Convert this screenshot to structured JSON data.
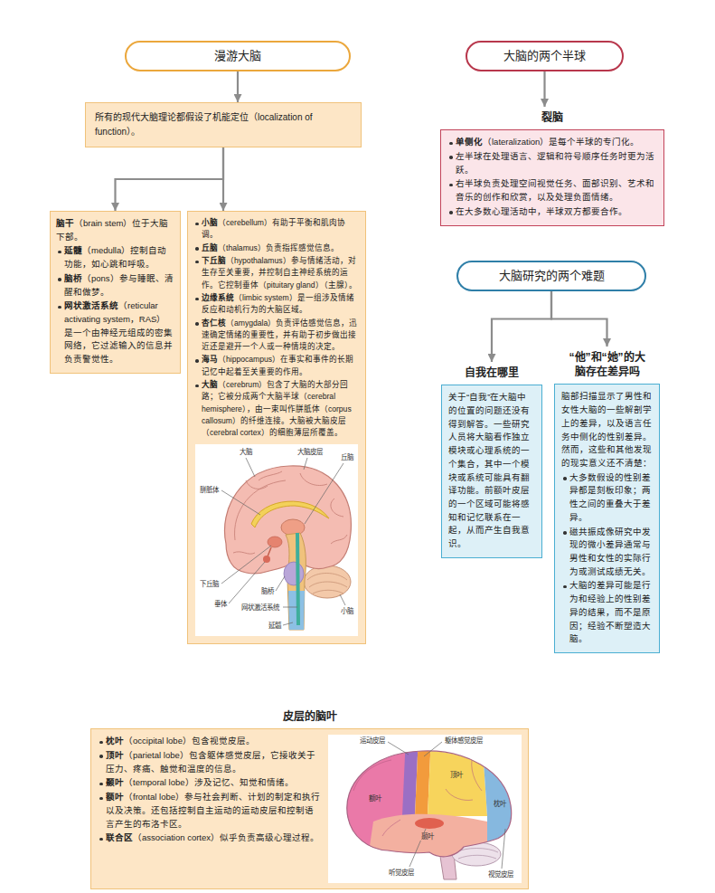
{
  "diagram": {
    "nodes": [
      {
        "text": [
          "漫游大脑"
        ]
      },
      {
        "text": [
          "所有的现代大脑理论都假设了机能定位（localization of function）。"
        ]
      },
      {
        "text": [
          "脑干（brain stem）位于大脑下部。",
          "延髓（medulla）控制自动功能，如心跳和呼吸。",
          "脑桥（pons）参与睡眠、清醒和做梦。",
          "网状激活系统（reticular activating system，RAS）是一个由神经元组成的密集网络，它过滤输入的信息并负责警觉性。"
        ]
      },
      {
        "text": [
          "小脑（cerebellum）有助于平衡和肌肉协调。",
          "丘脑（thalamus）负责指挥感觉信息。",
          "下丘脑（hypothalamus）参与情绪活动，对生存至关重要，并控制自主神经系统的运作。它控制垂体（pituitary gland）（主腺）。",
          "边缘系统（limbic system）是一组涉及情绪反应和动机行为的大脑区域。",
          "杏仁核（amygdala）负责评估感觉信息，迅速确定情绪的重要性，并有助于初步做出接近还是避开一个人或一种情境的决定。",
          "海马（hippocampus）在事实和事件的长期记忆中起着至关重要的作用。",
          "大脑（cerebrum）包含了大脑的大部分回路；它被分成两个大脑半球（cerebral hemisphere），由一束叫作胼胝体（corpus callosum）的纤维连接。大脑被大脑皮层（cerebral cortex）的细胞薄层所覆盖。"
        ]
      },
      {
        "text": [
          "皮层的脑叶",
          "枕叶（occipital lobe）包含视觉皮层。",
          "顶叶（parietal lobe）包含躯体感觉皮层，它接收关于压力、疼痛、触觉和温度的信息。",
          "颞叶（temporal lobe）涉及记忆、知觉和情绪。",
          "额叶（frontal lobe）参与社会判断、计划的制定和执行以及决策。还包括控制自主运动的运动皮层和控制语言产生的布洛卡区。",
          "联合区（association cortex）似乎负责高级心理过程。"
        ]
      },
      {
        "text": [
          "大脑的两个半球"
        ]
      },
      {
        "text": [
          "裂脑",
          "单侧化（lateralization）是每个半球的专门化。",
          "左半球在处理语言、逻辑和符号顺序任务时更为活跃。",
          "右半球负责处理空间视觉任务、面部识别、艺术和音乐的创作和欣赏，以及处理负面情绪。",
          "在大多数心理活动中，半球双方都要合作。"
        ]
      },
      {
        "text": [
          "大脑研究的两个难题"
        ]
      },
      {
        "text": [
          "自我在哪里",
          "关于“自我”在大脑中的位置的问题还没有得到解答。一些研究人员将大脑看作独立模块或心理系统的一个集合，其中一个模块或系统可能具有翻译功能。前额叶皮层的一个区域可能将感知和记忆联系在一起，从而产生自我意识。"
        ]
      },
      {
        "text": [
          "“他”和“她”的大脑存在差异吗",
          "脑部扫描显示了男性和女性大脑的一些解剖学上的差异，以及语言任务中侧化的性别差异。然而，这些和其他发现的现实意义还不清楚：",
          "大多数假设的性别差异都是刻板印象；两性之间的重叠大于差异。",
          "磁共振成像研究中发现的微小差异通常与男性和女性的实际行为或测试成绩无关。",
          "大脑的差异可能是行为和经验上的性别差异的结果，而不是原因；经验不断塑造大脑。"
        ]
      }
    ],
    "edges": [
      {
        "from": 0,
        "to": 1,
        "arrow": "to"
      },
      {
        "from": 1,
        "to": 2,
        "arrow": "to"
      },
      {
        "from": 1,
        "to": 3,
        "arrow": "to"
      },
      {
        "from": 5,
        "to": 6,
        "arrow": "to"
      },
      {
        "from": 7,
        "to": 8,
        "arrow": "to"
      },
      {
        "from": 7,
        "to": 9,
        "arrow": "to"
      }
    ],
    "labels": [
      "大脑",
      "大脑皮层",
      "胼胝体",
      "丘脑",
      "下丘脑",
      "垂体",
      "脑桥",
      "网状激活系统",
      "延髓",
      "小脑",
      "运动皮层",
      "躯体感觉皮层",
      "顶叶",
      "额叶",
      "颞叶",
      "枕叶",
      "听觉皮层",
      "视觉皮层"
    ]
  }
}
